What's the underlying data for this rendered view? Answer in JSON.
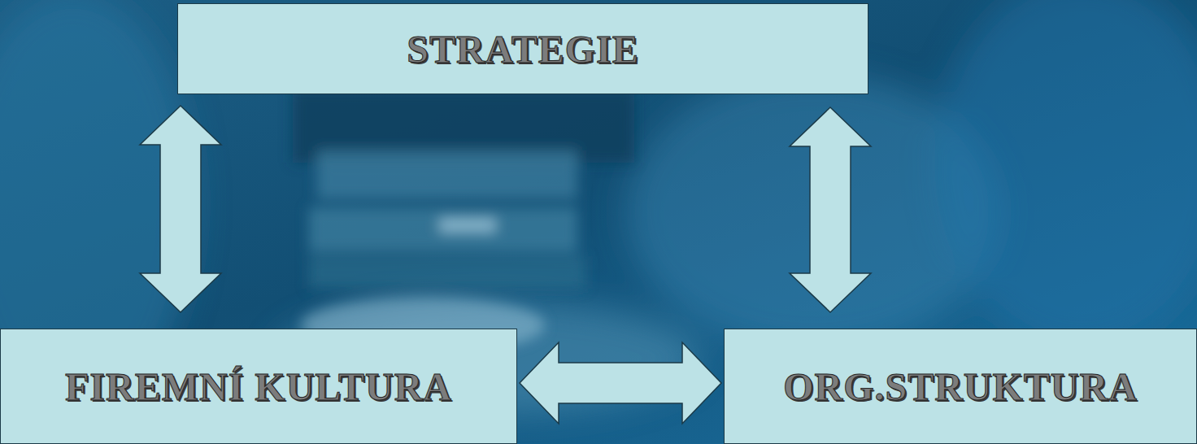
{
  "diagram": {
    "nodes": [
      {
        "text": [
          "STRATEGIE"
        ]
      },
      {
        "text": [
          "FIREMNÍ KULTURA"
        ]
      },
      {
        "text": [
          "ORG.STRUKTURA"
        ]
      }
    ],
    "edges": [
      {
        "from": 0,
        "to": 1,
        "arrow": "both"
      },
      {
        "from": 0,
        "to": 2,
        "arrow": "both"
      },
      {
        "from": 1,
        "to": 2,
        "arrow": "both"
      }
    ]
  }
}
